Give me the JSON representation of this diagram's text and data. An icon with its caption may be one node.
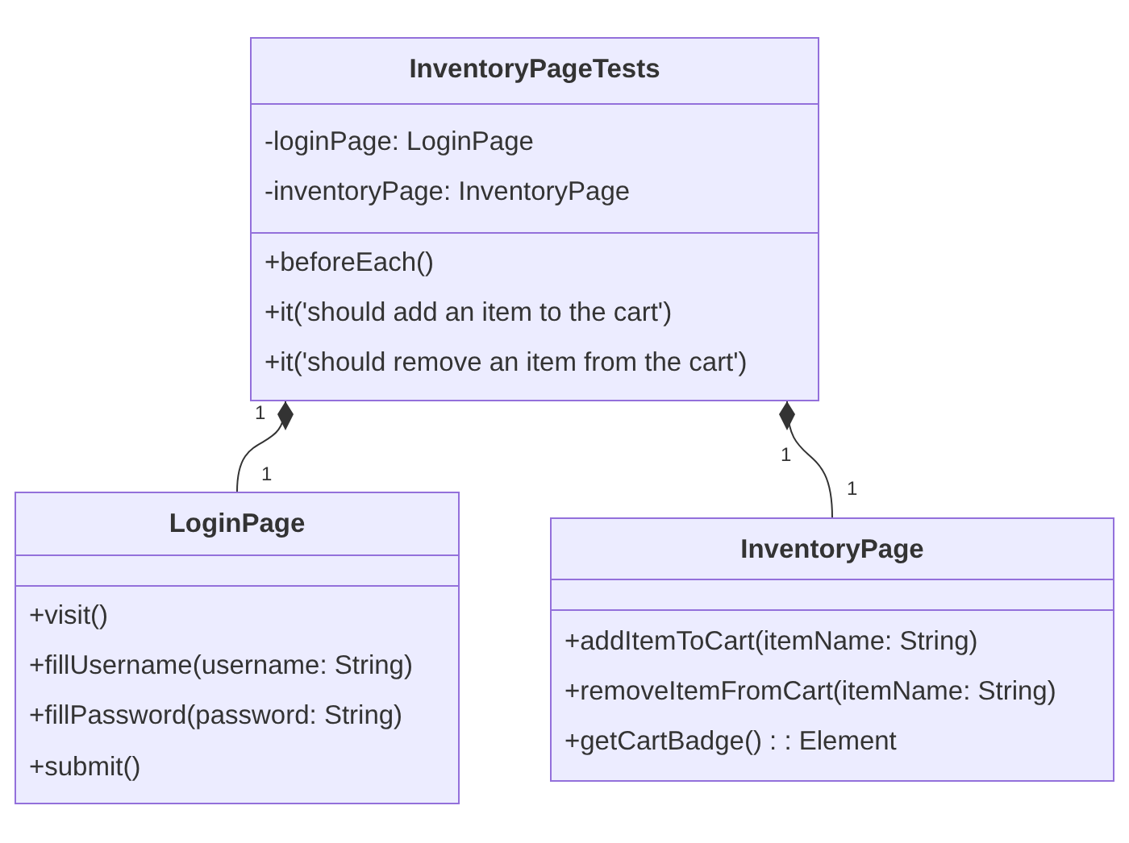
{
  "diagram": {
    "nodes": [
      {
        "text": [
          "InventoryPageTests",
          "-loginPage: LoginPage",
          "-inventoryPage: InventoryPage",
          "+beforeEach()",
          "+it('should add an item to the cart')",
          "+it('should remove an item from the cart')"
        ]
      },
      {
        "text": [
          "LoginPage",
          "+visit()",
          "+fillUsername(username: String)",
          "+fillPassword(password: String)",
          "+submit()"
        ]
      },
      {
        "text": [
          "InventoryPage",
          "+addItemToCart(itemName: String)",
          "+removeItemFromCart(itemName: String)",
          "+getCartBadge() : : Element"
        ]
      }
    ],
    "edges": [
      {
        "from": 0,
        "to": 1,
        "arrow": "other"
      },
      {
        "from": 0,
        "to": 2,
        "arrow": "other"
      }
    ],
    "labels": [
      "1",
      "1",
      "1",
      "1"
    ]
  }
}
